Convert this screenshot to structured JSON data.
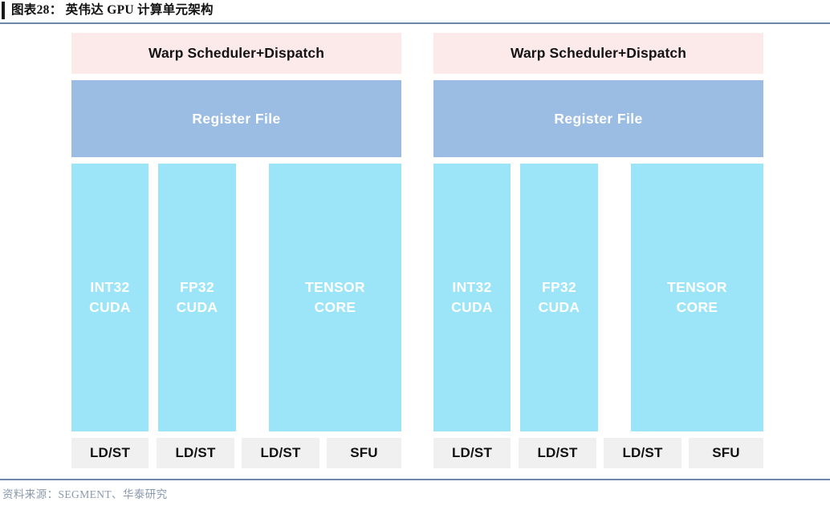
{
  "figure": {
    "title": "图表28： 英伟达 GPU 计算单元架构",
    "accent_color": "#1a1a1a",
    "rule_color": "#6f86a8"
  },
  "diagram": {
    "type": "block-diagram",
    "subject": "NVIDIA GPU Streaming Multiprocessor compute-unit architecture",
    "partition_count": 2,
    "colors": {
      "warp_bg": "#fce9ea",
      "register_bg": "#9bbde4",
      "core_bg": "#9ce5f8",
      "unit_bg": "#f0f0f0",
      "white_text": "#ffffff",
      "dark_text": "#111111"
    },
    "partitions": [
      {
        "name": "partition-left",
        "warp": {
          "label": "Warp Scheduler+Dispatch"
        },
        "register": {
          "label": "Register File"
        },
        "cores": [
          {
            "line1": "INT32",
            "line2": "CUDA"
          },
          {
            "line1": "FP32",
            "line2": "CUDA"
          },
          {
            "line1": "TENSOR",
            "line2": "CORE"
          }
        ],
        "units": [
          {
            "label": "LD/ST"
          },
          {
            "label": "LD/ST"
          },
          {
            "label": "LD/ST"
          },
          {
            "label": "SFU"
          }
        ]
      },
      {
        "name": "partition-right",
        "warp": {
          "label": "Warp Scheduler+Dispatch"
        },
        "register": {
          "label": "Register File"
        },
        "cores": [
          {
            "line1": "INT32",
            "line2": "CUDA"
          },
          {
            "line1": "FP32",
            "line2": "CUDA"
          },
          {
            "line1": "TENSOR",
            "line2": "CORE"
          }
        ],
        "units": [
          {
            "label": "LD/ST"
          },
          {
            "label": "LD/ST"
          },
          {
            "label": "LD/ST"
          },
          {
            "label": "SFU"
          }
        ]
      }
    ]
  },
  "footer": {
    "source": "资料来源：SEGMENT、华泰研究"
  }
}
